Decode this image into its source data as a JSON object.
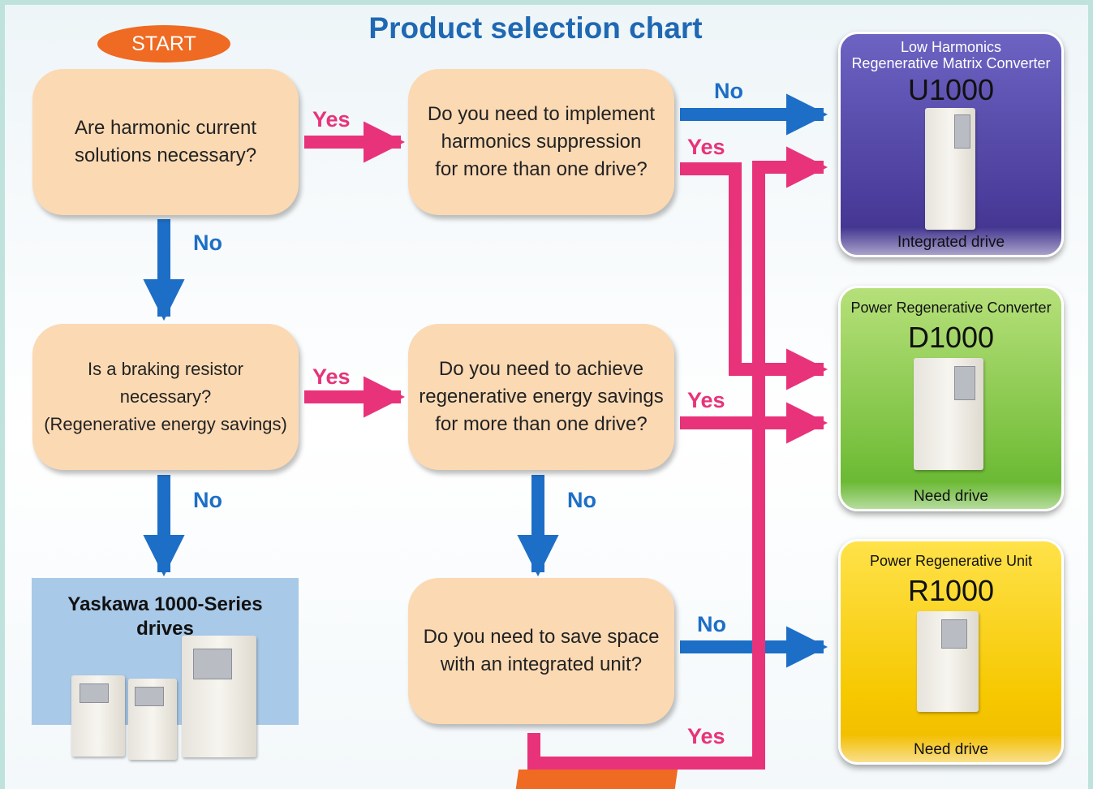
{
  "title": "Product selection chart",
  "start_label": "START",
  "questions": {
    "q1": "Are harmonic current\nsolutions necessary?",
    "q2": "Do you need to implement\nharmonics suppression\nfor more than one drive?",
    "q3": "Is a braking resistor necessary?\n(Regenerative energy savings)",
    "q4": "Do you need to achieve\nregenerative energy savings\nfor more than one drive?",
    "q5": "Do you need to save space\nwith an integrated unit?"
  },
  "labels": {
    "q1_yes": "Yes",
    "q1_no": "No",
    "q2_no": "No",
    "q2_yes": "Yes",
    "q3_yes": "Yes",
    "q3_no": "No",
    "q4_yes": "Yes",
    "q4_no": "No",
    "q5_no": "No",
    "q5_yes": "Yes"
  },
  "products": {
    "u1000": {
      "line1": "Low Harmonics",
      "line2": "Regenerative Matrix Converter",
      "model": "U1000",
      "footer": "Integrated drive",
      "color": "#5a4aa8"
    },
    "d1000": {
      "line1": "Power Regenerative Converter",
      "model": "D1000",
      "footer": "Need drive",
      "color": "#7cc242"
    },
    "r1000": {
      "line1": "Power Regenerative Unit",
      "model": "R1000",
      "footer": "Need drive",
      "color": "#f6c800"
    },
    "yaskawa": {
      "title": "Yaskawa 1000-Series\ndrives",
      "color": "#a9c9e8"
    }
  },
  "colors": {
    "yes_arrow": "#e8337a",
    "no_arrow": "#1d6ec6",
    "question_fill": "#fbd9b3",
    "start_fill": "#ef6a22",
    "title": "#1f68b3"
  }
}
